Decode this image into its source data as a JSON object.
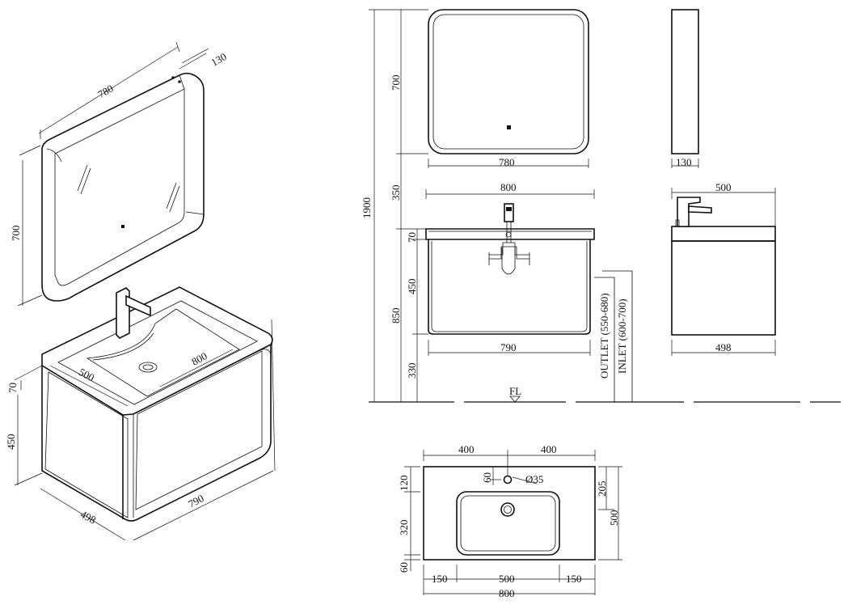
{
  "iso": {
    "mirror_width": "780",
    "mirror_depth": "130",
    "mirror_height": "700",
    "basin_depth": "500",
    "basin_width": "800",
    "top_height": "70",
    "cabinet_height": "450",
    "cabinet_depth": "498",
    "cabinet_width": "790"
  },
  "front": {
    "total_height": "1900",
    "mirror_height": "700",
    "gap": "350",
    "top_thickness": "70",
    "cabinet_height": "450",
    "counter_height": "850",
    "floor_clearance": "330",
    "mirror_width": "780",
    "basin_width": "800",
    "cabinet_width": "790",
    "outlet_label": "OUTLET (550-680)",
    "inlet_label": "INLET (600-700)",
    "floor_label": "FL"
  },
  "side": {
    "mirror_depth": "130",
    "basin_depth": "500",
    "cabinet_depth": "498"
  },
  "plan": {
    "half_left": "400",
    "half_right": "400",
    "tap_offset": "60",
    "tap_hole": "Ø35",
    "front_margin": "120",
    "bowl_length": "320",
    "back_margin": "60",
    "edge_to_bowl": "205",
    "depth": "500",
    "side_left": "150",
    "bowl_width": "500",
    "side_right": "150",
    "width": "800"
  }
}
